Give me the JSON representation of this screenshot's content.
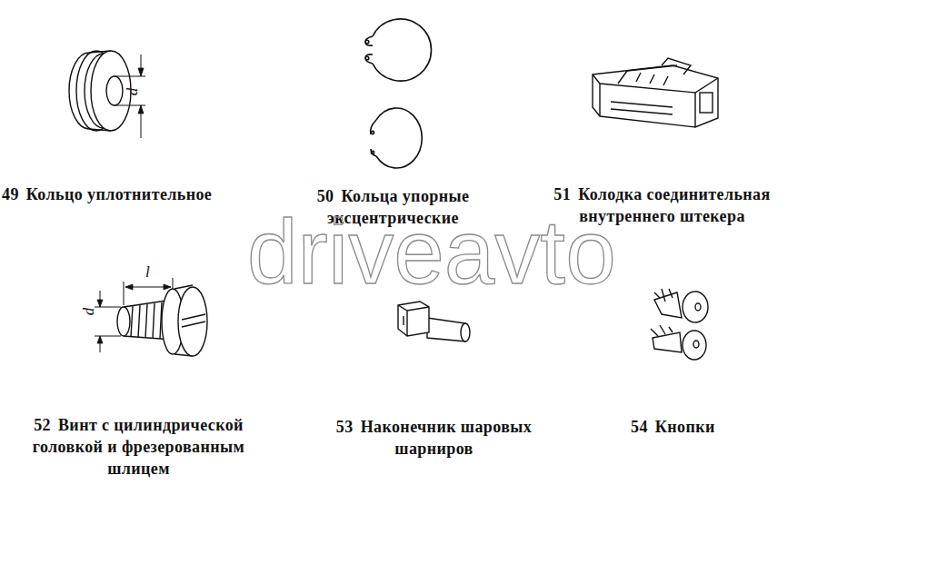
{
  "diagram": {
    "labels": [
      "49",
      "Кольцо уплотнительное",
      "d",
      "50",
      "Кольца упорные эксцентрические",
      "51",
      "Колодка соединительная внутреннего штекера",
      "driveavto",
      "l",
      "d",
      "52",
      "Винт с цилиндрической головкой и фрезерованным шлицем",
      "53",
      "Наконечник шаровых шарниров",
      "54",
      "Кнопки"
    ]
  }
}
